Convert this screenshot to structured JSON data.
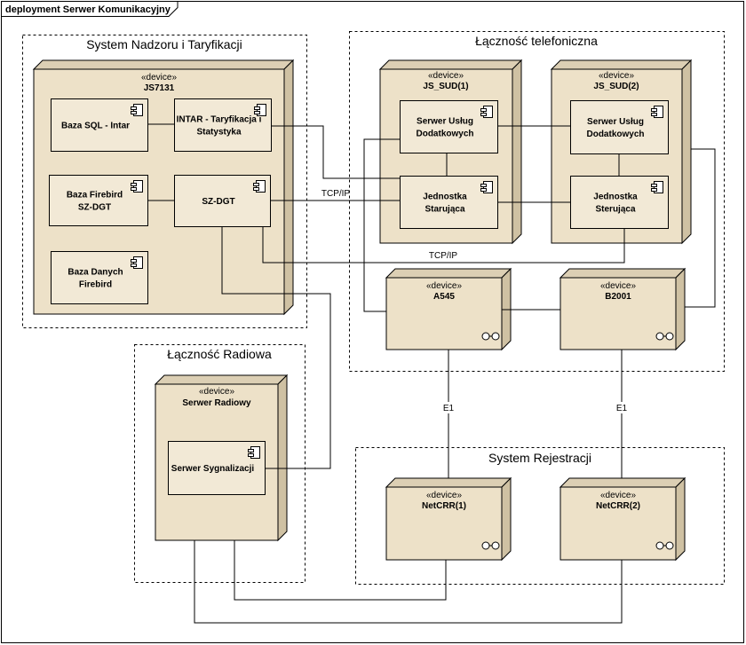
{
  "diagram": {
    "frame_title": "deployment Serwer Komunikacyjny",
    "stereotype": "«device»",
    "colors": {
      "node_front": "#ede1c8",
      "node_side": "#dccfb4",
      "component_fill": "#f2e9d6",
      "line": "#000000",
      "background": "#ffffff"
    },
    "groups": {
      "nadzor": "System Nadzoru i Taryfikacji",
      "telefon": "Łączność telefoniczna",
      "radio": "Łączność Radiowa",
      "rejestracja": "System Rejestracji"
    },
    "nodes": {
      "js7131": "JS7131",
      "js_sud1": "JS_SUD(1)",
      "js_sud2": "JS_SUD(2)",
      "a545": "A545",
      "b2001": "B2001",
      "radiowy": "Serwer Radiowy",
      "netcrr1": "NetCRR(1)",
      "netcrr2": "NetCRR(2)"
    },
    "components": {
      "baza_sql": "Baza SQL - Intar",
      "intar": [
        "INTAR - Taryfikacja i",
        "Statystyka"
      ],
      "baza_firebird": [
        "Baza Firebird",
        "SZ-DGT"
      ],
      "szdgt": "SZ-DGT",
      "baza_danych": [
        "Baza Danych",
        "Firebird"
      ],
      "serwer_uslug1": [
        "Serwer Usług",
        "Dodatkowych"
      ],
      "jednostka1": [
        "Jednostka",
        "Starująca"
      ],
      "serwer_uslug2": [
        "Serwer Usług",
        "Dodatkowych"
      ],
      "jednostka2": [
        "Jednostka",
        "Sterująca"
      ],
      "sygnalizacji": "Serwer Sygnalizacji"
    },
    "edge_labels": {
      "tcp1": "TCP/IP",
      "tcp2": "TCP/IP",
      "e1_left": "E1",
      "e1_right": "E1"
    }
  }
}
